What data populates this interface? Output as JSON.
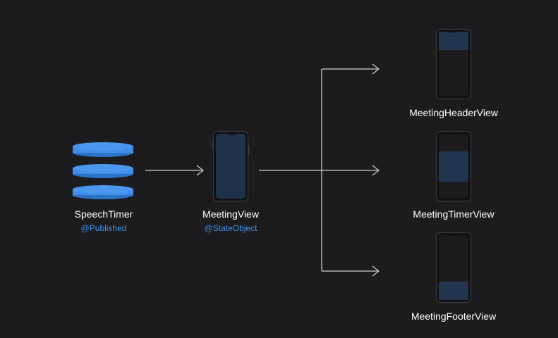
{
  "colors": {
    "background": "#1c1c1e",
    "accent": "#3f8fe8",
    "phone_fill": "#1b2536",
    "phone_highlight": "#22354f",
    "connector": "#cfcfcf"
  },
  "source": {
    "name": "SpeechTimer",
    "wrapper": "@Published",
    "icon": "database-icon"
  },
  "main_view": {
    "name": "MeetingView",
    "wrapper": "@StateObject",
    "icon": "phone-icon"
  },
  "subviews": [
    {
      "name": "MeetingHeaderView",
      "highlight_region": "top",
      "icon": "phone-icon"
    },
    {
      "name": "MeetingTimerView",
      "highlight_region": "middle",
      "icon": "phone-icon"
    },
    {
      "name": "MeetingFooterView",
      "highlight_region": "bottom",
      "icon": "phone-icon"
    }
  ]
}
